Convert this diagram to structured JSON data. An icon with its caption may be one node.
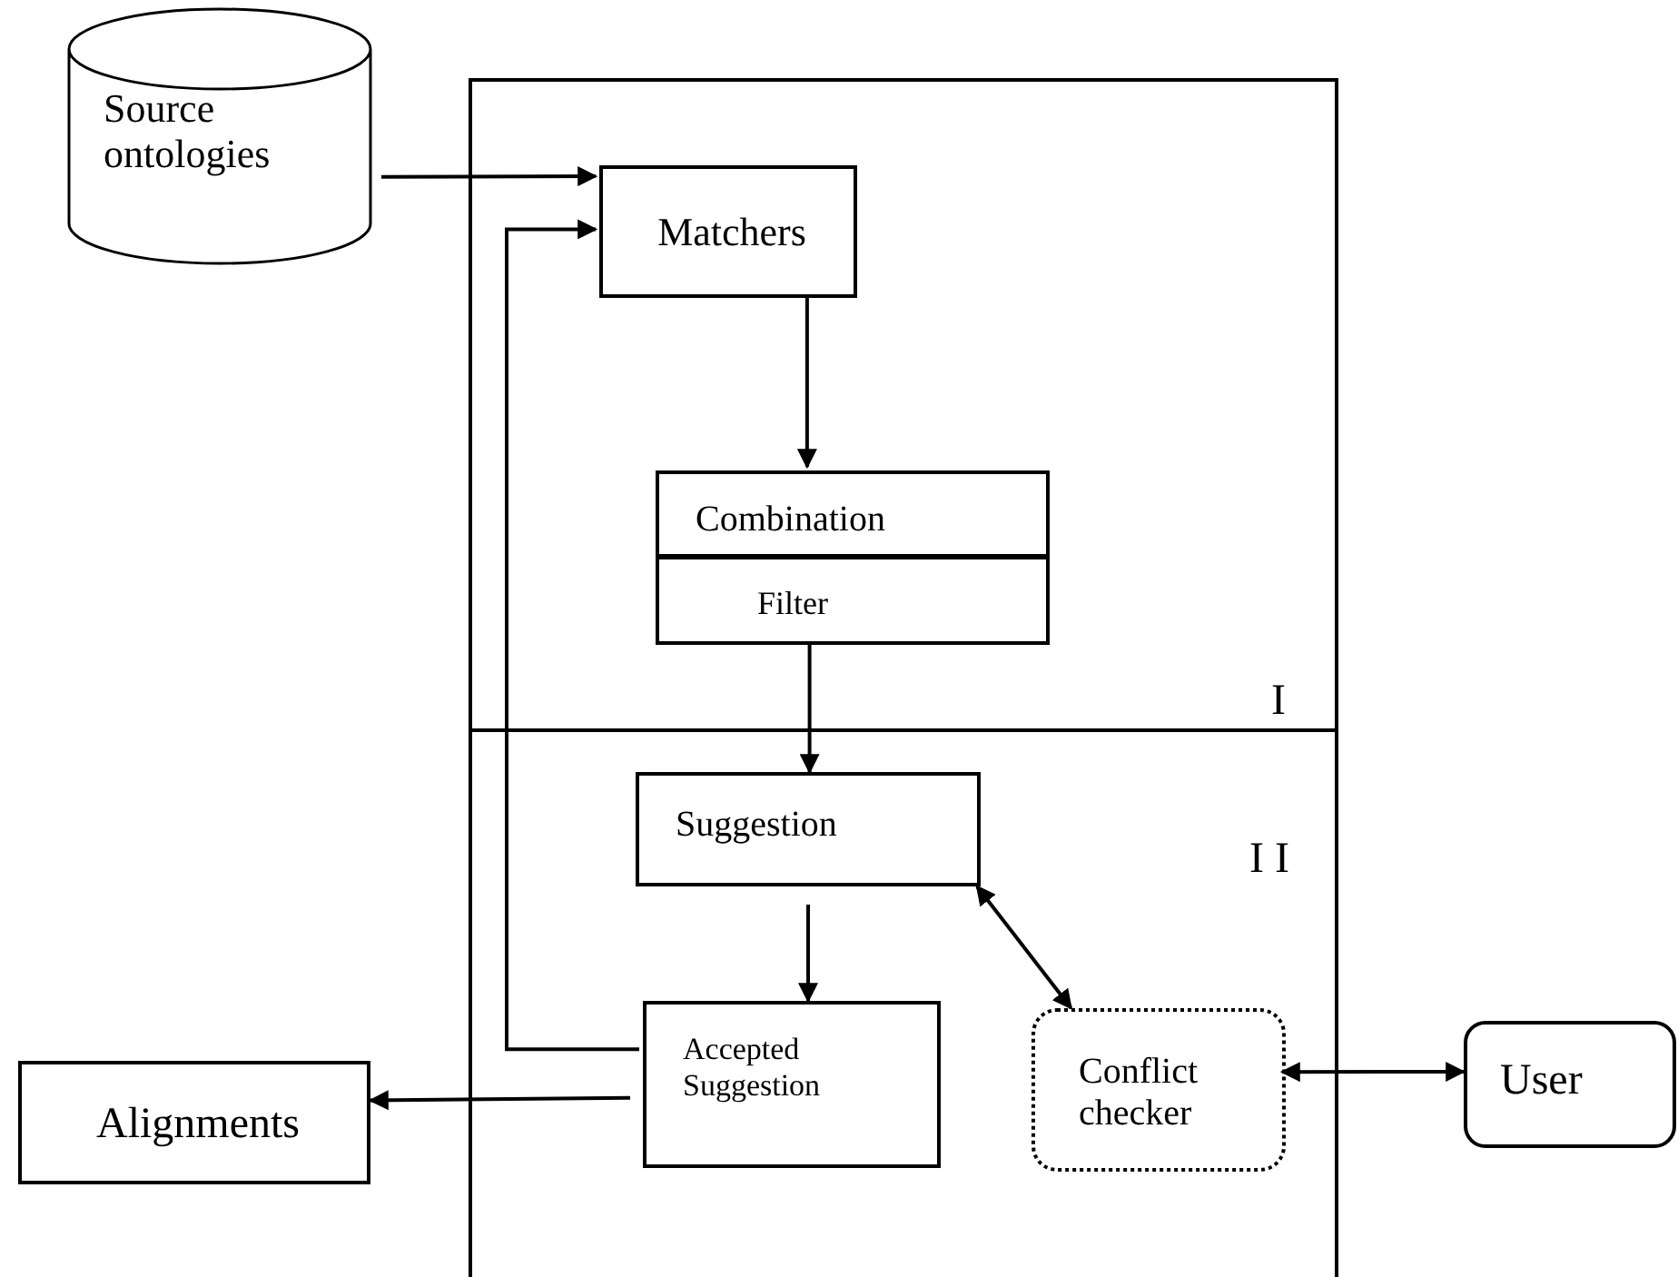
{
  "diagram": {
    "nodes": [
      {
        "text": [
          "Source ontologies"
        ]
      },
      {
        "text": [
          "I"
        ]
      },
      {
        "text": [
          "Matchers"
        ],
        "in": 1
      },
      {
        "text": [
          "Combination",
          "Filter"
        ],
        "in": 1
      },
      {
        "text": [
          "I I"
        ]
      },
      {
        "text": [
          "Suggestion"
        ],
        "in": 4
      },
      {
        "text": [
          "Accepted Suggestion"
        ],
        "in": 4
      },
      {
        "text": [
          "Conflict checker"
        ],
        "in": 4
      },
      {
        "text": [
          "Alignments"
        ]
      },
      {
        "text": [
          "User"
        ]
      }
    ],
    "edges": [
      {
        "from": 0,
        "to": 2,
        "arrow": "to"
      },
      {
        "from": 2,
        "to": 3,
        "arrow": "to"
      },
      {
        "from": 3,
        "to": 5,
        "arrow": "to"
      },
      {
        "from": 5,
        "to": 6,
        "arrow": "to"
      },
      {
        "from": 5,
        "to": 7,
        "arrow": "both"
      },
      {
        "from": 7,
        "to": 9,
        "arrow": "both"
      },
      {
        "from": 6,
        "to": 2,
        "arrow": "to"
      },
      {
        "from": 6,
        "to": 8,
        "arrow": "to"
      }
    ]
  }
}
